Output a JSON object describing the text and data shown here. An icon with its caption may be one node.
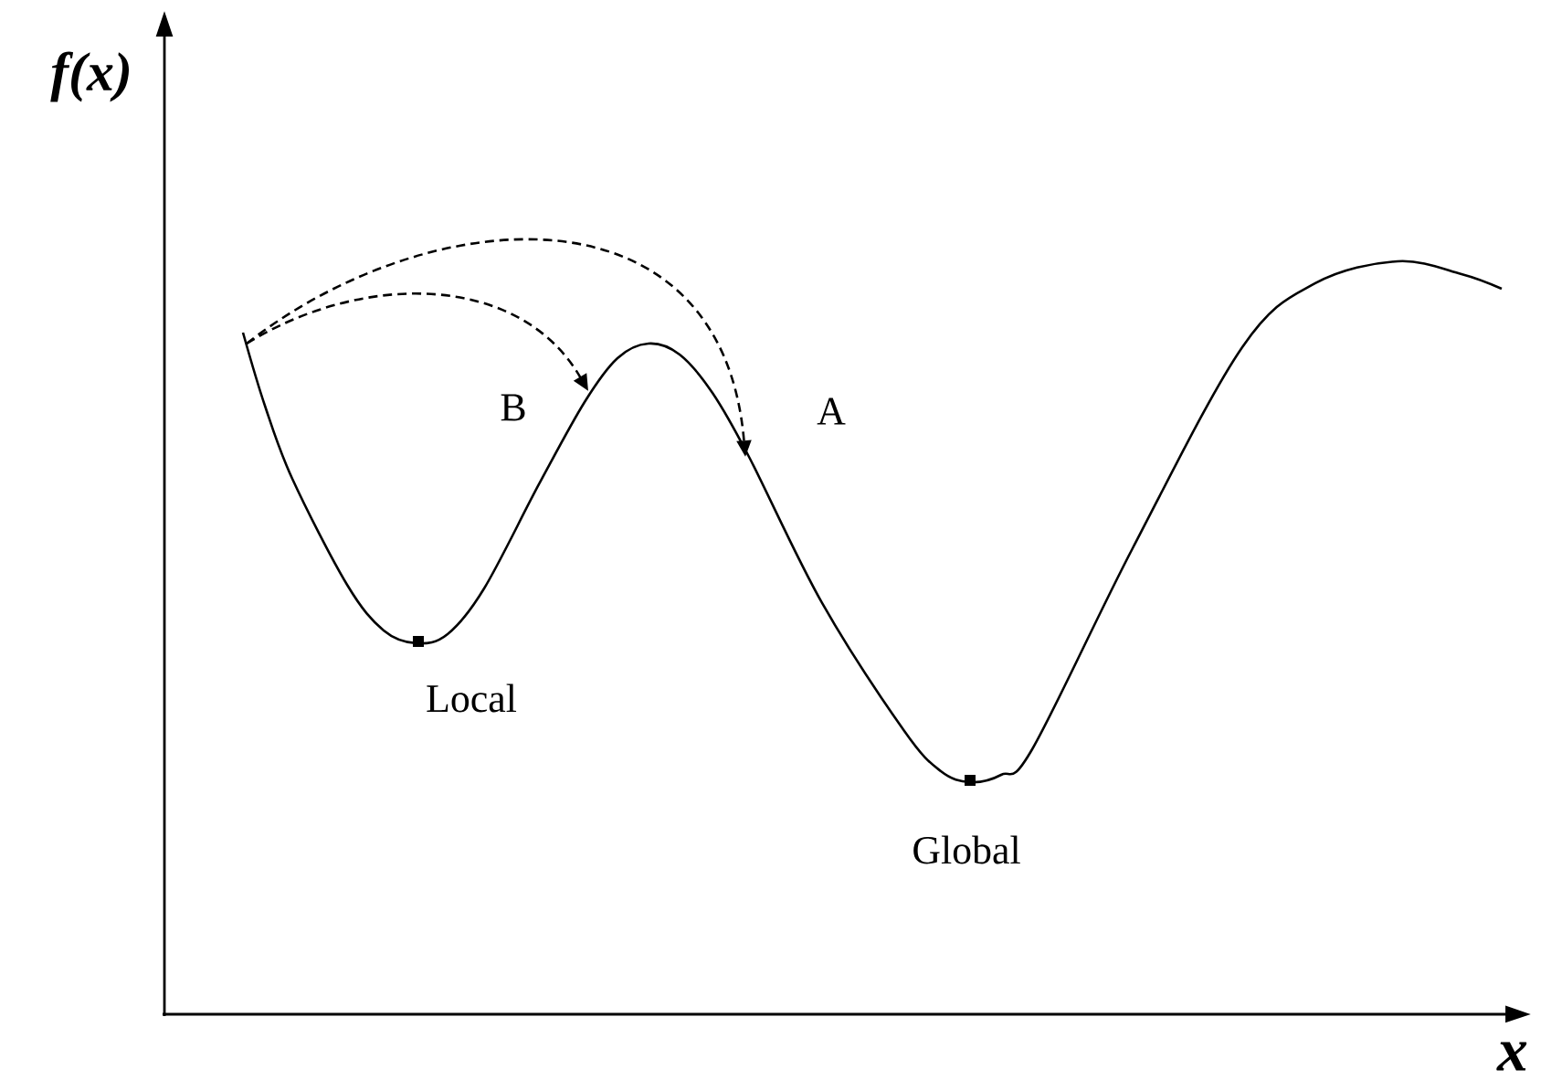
{
  "diagram": {
    "labels": [
      "f(x)",
      "x",
      "B",
      "A",
      "Local",
      "Global"
    ]
  }
}
